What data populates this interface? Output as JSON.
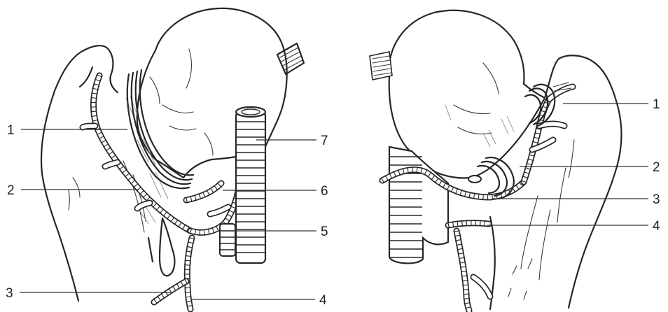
{
  "figure": {
    "left_view": {
      "labels": [
        {
          "id": "1",
          "text": "1"
        },
        {
          "id": "2",
          "text": "2"
        },
        {
          "id": "3",
          "text": "3"
        },
        {
          "id": "4",
          "text": "4"
        },
        {
          "id": "5",
          "text": "5"
        },
        {
          "id": "6",
          "text": "6"
        },
        {
          "id": "7",
          "text": "7"
        }
      ]
    },
    "right_view": {
      "labels": [
        {
          "id": "1",
          "text": "1"
        },
        {
          "id": "2",
          "text": "2"
        },
        {
          "id": "3",
          "text": "3"
        },
        {
          "id": "4",
          "text": "4"
        }
      ]
    }
  }
}
